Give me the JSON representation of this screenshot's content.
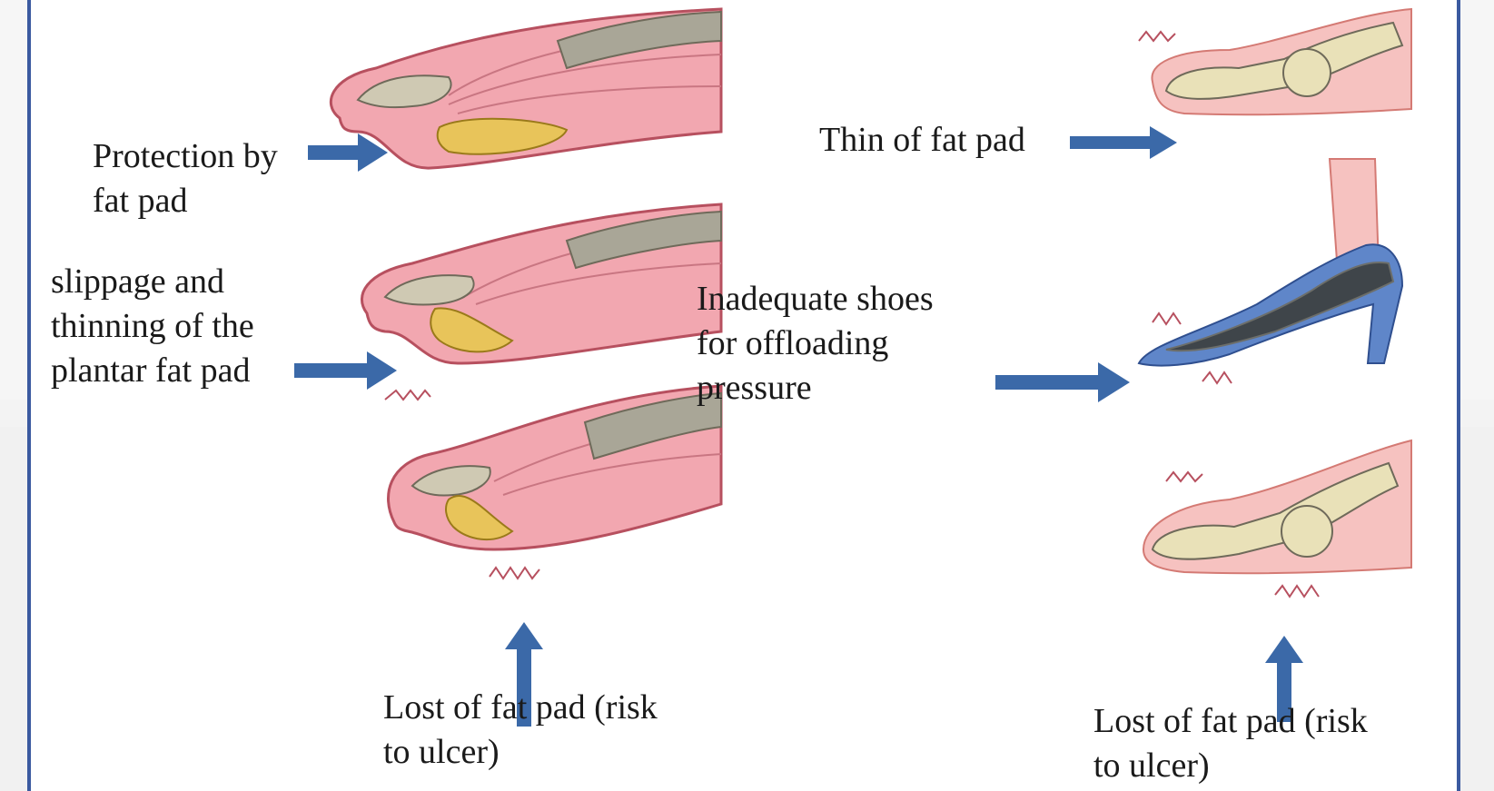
{
  "colors": {
    "frame": "#3b5aa0",
    "arrow": "#3b69a8",
    "tissue": "#f2a7b0",
    "fat": "#e8c45a",
    "bone": "#e9e1b8",
    "shoe": "#5f86c9",
    "text": "#1a1a1a"
  },
  "labels": {
    "protection": [
      "Protection by",
      "fat pad"
    ],
    "slippage": [
      "slippage and",
      "thinning of the",
      "plantar fat pad"
    ],
    "lost_left": [
      "Lost of fat pad (risk",
      "to ulcer)"
    ],
    "thin": [
      "Thin of fat pad"
    ],
    "shoes": [
      "Inadequate shoes",
      "for offloading",
      "pressure"
    ],
    "lost_right": [
      "Lost of fat pad (risk",
      "to ulcer)"
    ]
  },
  "icons": [
    "foot-section-fat-pad-intact",
    "foot-section-fat-pad-slipping",
    "foot-section-fat-pad-lost",
    "toe-bones-thin-fat-pad",
    "foot-in-high-heel-shoe",
    "toe-bones-lost-fat-pad"
  ]
}
